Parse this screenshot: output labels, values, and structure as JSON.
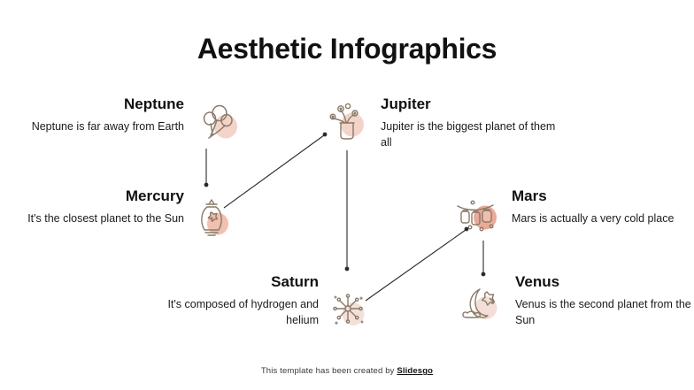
{
  "title": "Aesthetic Infographics",
  "colors": {
    "background": "#ffffff",
    "title_text": "#111111",
    "body_text": "#1b1b1b",
    "line_art": "#8a7a68",
    "blob_light": "#f3e0d8",
    "blob_medium": "#eec4b7",
    "blob_strong": "#e8a595",
    "connector": "#2b2b2b"
  },
  "planets": [
    {
      "id": "neptune",
      "name": "Neptune",
      "description": "Neptune is far away from Earth",
      "icon": "balloons-icon",
      "align": "right"
    },
    {
      "id": "jupiter",
      "name": "Jupiter",
      "description": "Jupiter is the biggest planet of them all",
      "icon": "flower-vase-icon",
      "align": "left"
    },
    {
      "id": "mercury",
      "name": "Mercury",
      "description": "It's the closest planet to the Sun",
      "icon": "lantern-icon",
      "align": "right"
    },
    {
      "id": "mars",
      "name": "Mars",
      "description": "Mars is actually a very cold place",
      "icon": "hanging-lanterns-icon",
      "align": "left"
    },
    {
      "id": "saturn",
      "name": "Saturn",
      "description": "It's composed of hydrogen and helium",
      "icon": "firework-icon",
      "align": "right"
    },
    {
      "id": "venus",
      "name": "Venus",
      "description": "Venus is the second planet from the Sun",
      "icon": "crescent-moon-flower-icon",
      "align": "left"
    }
  ],
  "connectors": [
    {
      "id": "neptune-to-mercury",
      "from": "neptune",
      "to": "mercury",
      "style": "vertical"
    },
    {
      "id": "mercury-to-jupiter",
      "from": "mercury",
      "to": "jupiter",
      "style": "diagonal"
    },
    {
      "id": "jupiter-to-saturn",
      "from": "jupiter",
      "to": "saturn",
      "style": "vertical"
    },
    {
      "id": "saturn-to-mars",
      "from": "saturn",
      "to": "mars",
      "style": "diagonal"
    },
    {
      "id": "mars-to-venus",
      "from": "mars",
      "to": "venus",
      "style": "vertical"
    }
  ],
  "footer": {
    "text": "This template has been created by ",
    "brand": "Slidesgo"
  }
}
